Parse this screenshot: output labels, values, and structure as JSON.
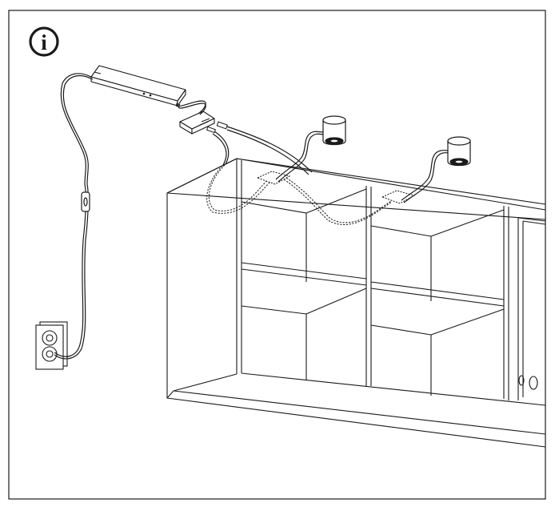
{
  "diagram": {
    "type": "assembly-instruction-illustration",
    "info_icon": {
      "glyph": "i",
      "icon": "info-circle-icon"
    },
    "components": [
      {
        "name": "wall-outlet"
      },
      {
        "name": "power-cord-with-inline-switch"
      },
      {
        "name": "led-driver"
      },
      {
        "name": "distribution-connector"
      },
      {
        "name": "spotlight",
        "count": 2
      },
      {
        "name": "wall-cabinet"
      }
    ],
    "colors": {
      "line": "#1a1a1a",
      "background": "#ffffff"
    }
  }
}
